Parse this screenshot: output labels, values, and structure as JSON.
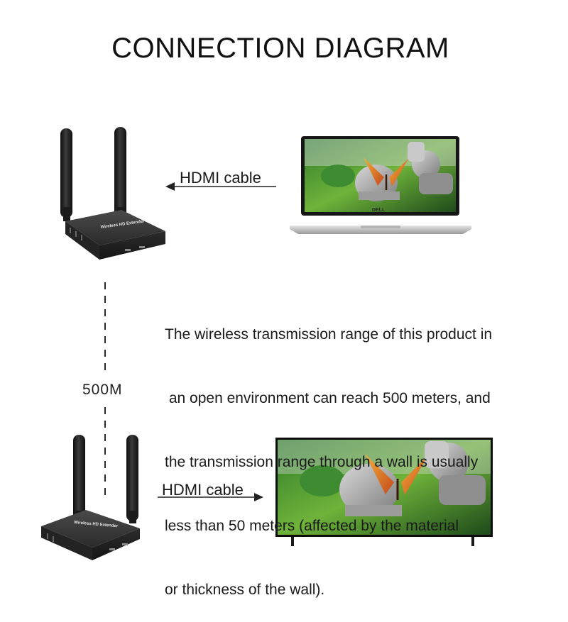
{
  "title": "CONNECTION DIAGRAM",
  "transmitter": {
    "cable_label": "HDMI cable",
    "device_label": "Wireless HD Extender",
    "source": {
      "type": "laptop",
      "brand": "DELL"
    }
  },
  "receiver": {
    "cable_label": "HDMI cable",
    "device_label": "Wireless HD Extender",
    "display": {
      "type": "tv"
    }
  },
  "range_label": "500M",
  "description": [
    "The wireless transmission range of this product in",
    " an open environment can reach 500 meters, and",
    "the transmission range through a wall is usually",
    "less than 50 meters (affected by the material",
    "or thickness of the wall)."
  ]
}
